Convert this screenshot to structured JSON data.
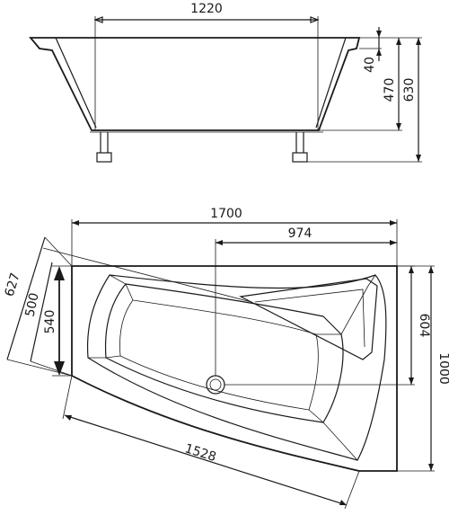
{
  "side_view": {
    "width_label": "1220",
    "rim_label": "40",
    "depth_label": "470",
    "height_label": "630"
  },
  "top_view": {
    "overall_width_label": "1700",
    "drain_offset_label": "974",
    "left_diag_label": "627",
    "left_inner_label": "500",
    "left_short_label": "540",
    "right_inner_label": "604",
    "right_height_label": "1000",
    "front_length_label": "1528"
  }
}
